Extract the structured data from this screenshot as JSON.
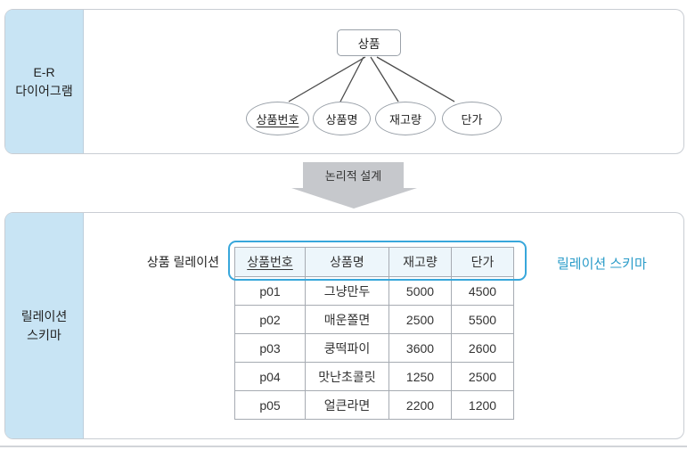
{
  "palette": {
    "sidebar_blue": "#c8e4f4",
    "panel_border_gray": "#c9cdd3",
    "shape_border_gray": "#9aa1a9",
    "table_border_gray": "#a6abb2",
    "table_header_fill": "#edf6fb",
    "highlight_blue": "#38a7db",
    "callout_text_blue": "#2b9cc9",
    "transform_arrow_gray": "#c6c8cc"
  },
  "er_section": {
    "sidebar_lines": [
      "E-R",
      "다이어그램"
    ],
    "entity_label": "상품",
    "attributes": [
      {
        "label": "상품번호",
        "is_key": true
      },
      {
        "label": "상품명",
        "is_key": false
      },
      {
        "label": "재고량",
        "is_key": false
      },
      {
        "label": "단가",
        "is_key": false
      }
    ]
  },
  "transform": {
    "label": "논리적 설계"
  },
  "relation_section": {
    "sidebar_lines": [
      "릴레이션",
      "스키마"
    ],
    "relation_title": "상품 릴레이션",
    "schema_callout": "릴레이션 스키마",
    "table": {
      "headers": [
        "상품번호",
        "상품명",
        "재고량",
        "단가"
      ],
      "key_header_index": 0,
      "rows": [
        [
          "p01",
          "그냥만두",
          "5000",
          "4500"
        ],
        [
          "p02",
          "매운쫄면",
          "2500",
          "5500"
        ],
        [
          "p03",
          "쿵떡파이",
          "3600",
          "2600"
        ],
        [
          "p04",
          "맛난초콜릿",
          "1250",
          "2500"
        ],
        [
          "p05",
          "얼큰라면",
          "2200",
          "1200"
        ]
      ]
    }
  }
}
